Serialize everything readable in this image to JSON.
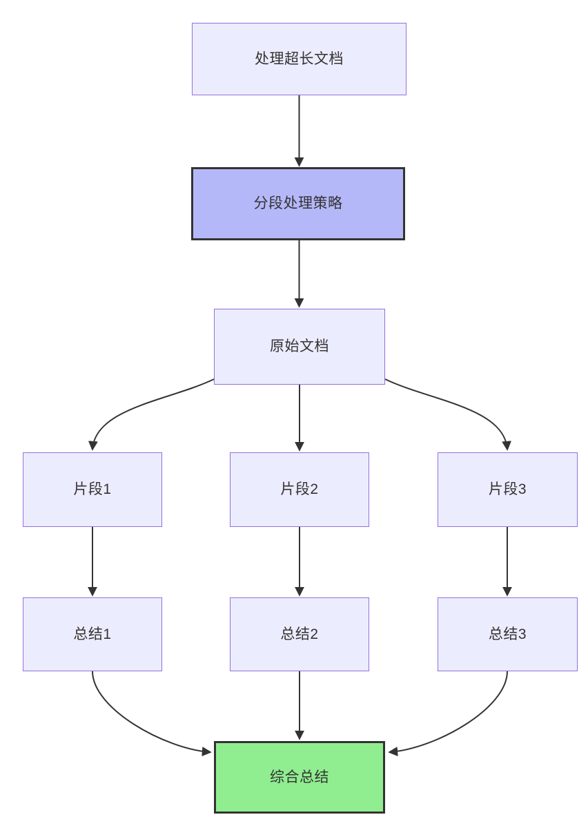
{
  "diagram": {
    "type": "flowchart",
    "direction": "top-down",
    "nodes": {
      "process_long_doc": {
        "label": "处理超长文档"
      },
      "segmentation_strategy": {
        "label": "分段处理策略"
      },
      "original_doc": {
        "label": "原始文档"
      },
      "fragment_1": {
        "label": "片段1"
      },
      "fragment_2": {
        "label": "片段2"
      },
      "fragment_3": {
        "label": "片段3"
      },
      "summary_1": {
        "label": "总结1"
      },
      "summary_2": {
        "label": "总结2"
      },
      "summary_3": {
        "label": "总结3"
      },
      "combined_summary": {
        "label": "综合总结"
      }
    },
    "edges": [
      {
        "from": "处理超长文档",
        "to": "分段处理策略"
      },
      {
        "from": "分段处理策略",
        "to": "原始文档"
      },
      {
        "from": "原始文档",
        "to": "片段1"
      },
      {
        "from": "原始文档",
        "to": "片段2"
      },
      {
        "from": "原始文档",
        "to": "片段3"
      },
      {
        "from": "片段1",
        "to": "总结1"
      },
      {
        "from": "片段2",
        "to": "总结2"
      },
      {
        "from": "片段3",
        "to": "总结3"
      },
      {
        "from": "总结1",
        "to": "综合总结"
      },
      {
        "from": "总结2",
        "to": "综合总结"
      },
      {
        "from": "总结3",
        "to": "综合总结"
      }
    ],
    "colors": {
      "node_fill": "#ECECFF",
      "node_border": "#9370DB",
      "strategy_fill": "#B5B8F8",
      "strategy_border": "#333333",
      "result_fill": "#90EE90",
      "result_border": "#333333",
      "edge_stroke": "#333333",
      "text": "#333333",
      "background": "#FFFFFF"
    }
  }
}
